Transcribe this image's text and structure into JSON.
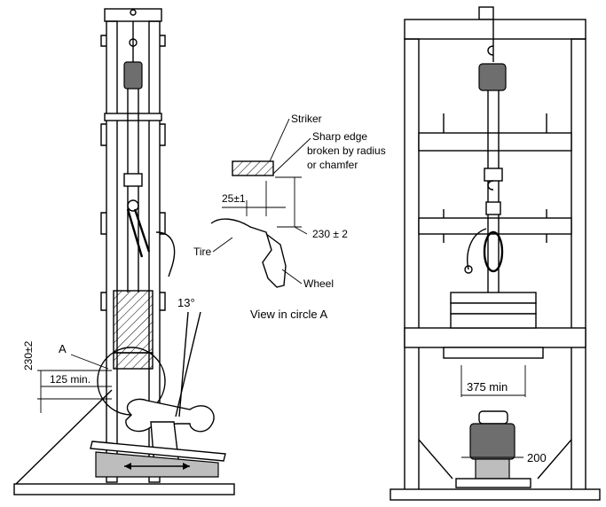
{
  "labels": {
    "striker": "Striker",
    "sharp_edge_line1": "Sharp edge",
    "sharp_edge_line2": "broken by radius",
    "sharp_edge_line3": "or  chamfer",
    "offset_dim": "25±1",
    "height_dim": "230 ± 2",
    "tire": "Tire",
    "wheel": "Wheel",
    "view_caption": "View in circle A",
    "angle": "13°",
    "left_height": "230±2",
    "point_a": "A",
    "min_distance": "125 min.",
    "clearance": "375 min",
    "width_dim": "200"
  }
}
